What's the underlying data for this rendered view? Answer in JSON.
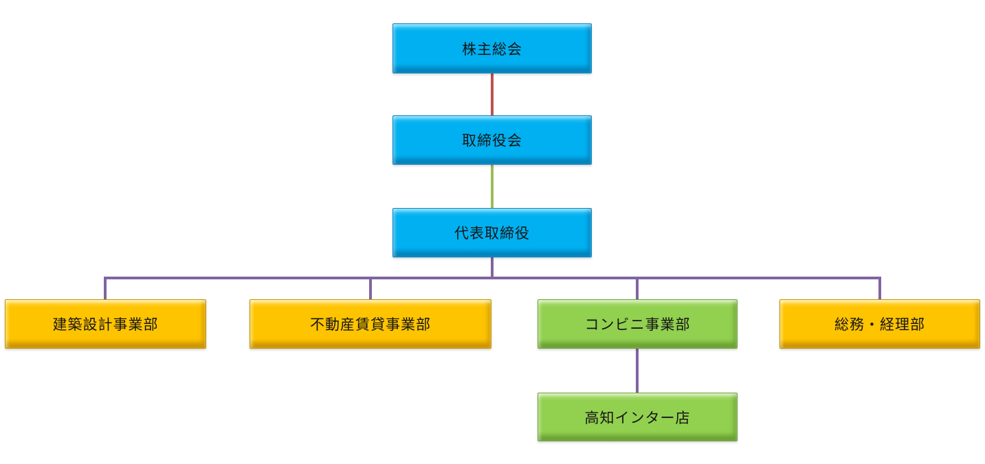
{
  "diagram": {
    "type": "org-chart",
    "background": "#ffffff",
    "nodes": [
      {
        "label": "株主総会",
        "fill": "#00b0f0",
        "level": 1
      },
      {
        "label": "取締役会",
        "fill": "#00b0f0",
        "level": 2
      },
      {
        "label": "代表取締役",
        "fill": "#00b0f0",
        "level": 3
      },
      {
        "label": "建築設計事業部",
        "fill": "#ffc400",
        "level": 4
      },
      {
        "label": "不動産賃貸事業部",
        "fill": "#ffc400",
        "level": 4
      },
      {
        "label": "コンビニ事業部",
        "fill": "#92d050",
        "level": 4
      },
      {
        "label": "総務・経理部",
        "fill": "#ffc400",
        "level": 4
      },
      {
        "label": "高知インター店",
        "fill": "#92d050",
        "level": 5
      }
    ],
    "edges": [
      {
        "from": "株主総会",
        "to": "取締役会",
        "color": "#c0504d"
      },
      {
        "from": "取締役会",
        "to": "代表取締役",
        "color": "#9bbb59"
      },
      {
        "from": "代表取締役",
        "to": "建築設計事業部",
        "color": "#8064a2"
      },
      {
        "from": "代表取締役",
        "to": "不動産賃貸事業部",
        "color": "#8064a2"
      },
      {
        "from": "代表取締役",
        "to": "コンビニ事業部",
        "color": "#8064a2"
      },
      {
        "from": "代表取締役",
        "to": "総務・経理部",
        "color": "#8064a2"
      },
      {
        "from": "コンビニ事業部",
        "to": "高知インター店",
        "color": "#8064a2"
      }
    ]
  }
}
